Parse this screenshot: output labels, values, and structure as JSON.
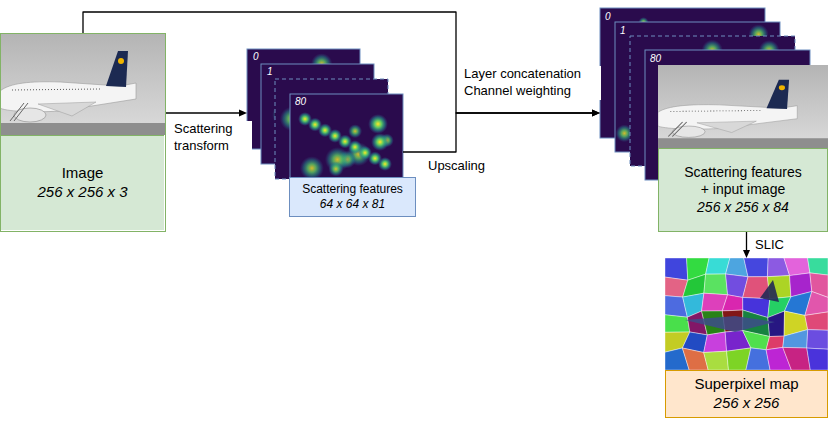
{
  "diagram": {
    "nodes": [
      {
        "text": [
          "Image",
          "256 x 256 x 3"
        ]
      },
      {
        "text": [
          "Scattering features",
          "64 x 64 x 81"
        ]
      },
      {
        "text": [
          "Scattering features + input image",
          "256 x 256 x 84"
        ]
      },
      {
        "text": [
          "Superpixel map",
          "256 x 256"
        ]
      }
    ],
    "edges": [
      {
        "from": 0,
        "to": 1,
        "arrow": "to",
        "label": "Scattering transform"
      },
      {
        "from": 1,
        "to": 2,
        "arrow": "to",
        "label": "Upscaling"
      },
      {
        "from": 0,
        "to": 2,
        "arrow": "to",
        "label": "Layer concatenation Channel weighting"
      },
      {
        "from": 2,
        "to": 3,
        "arrow": "to",
        "label": "SLIC"
      }
    ],
    "labels": [
      "0",
      "1",
      "80",
      "0",
      "1",
      "80"
    ]
  }
}
